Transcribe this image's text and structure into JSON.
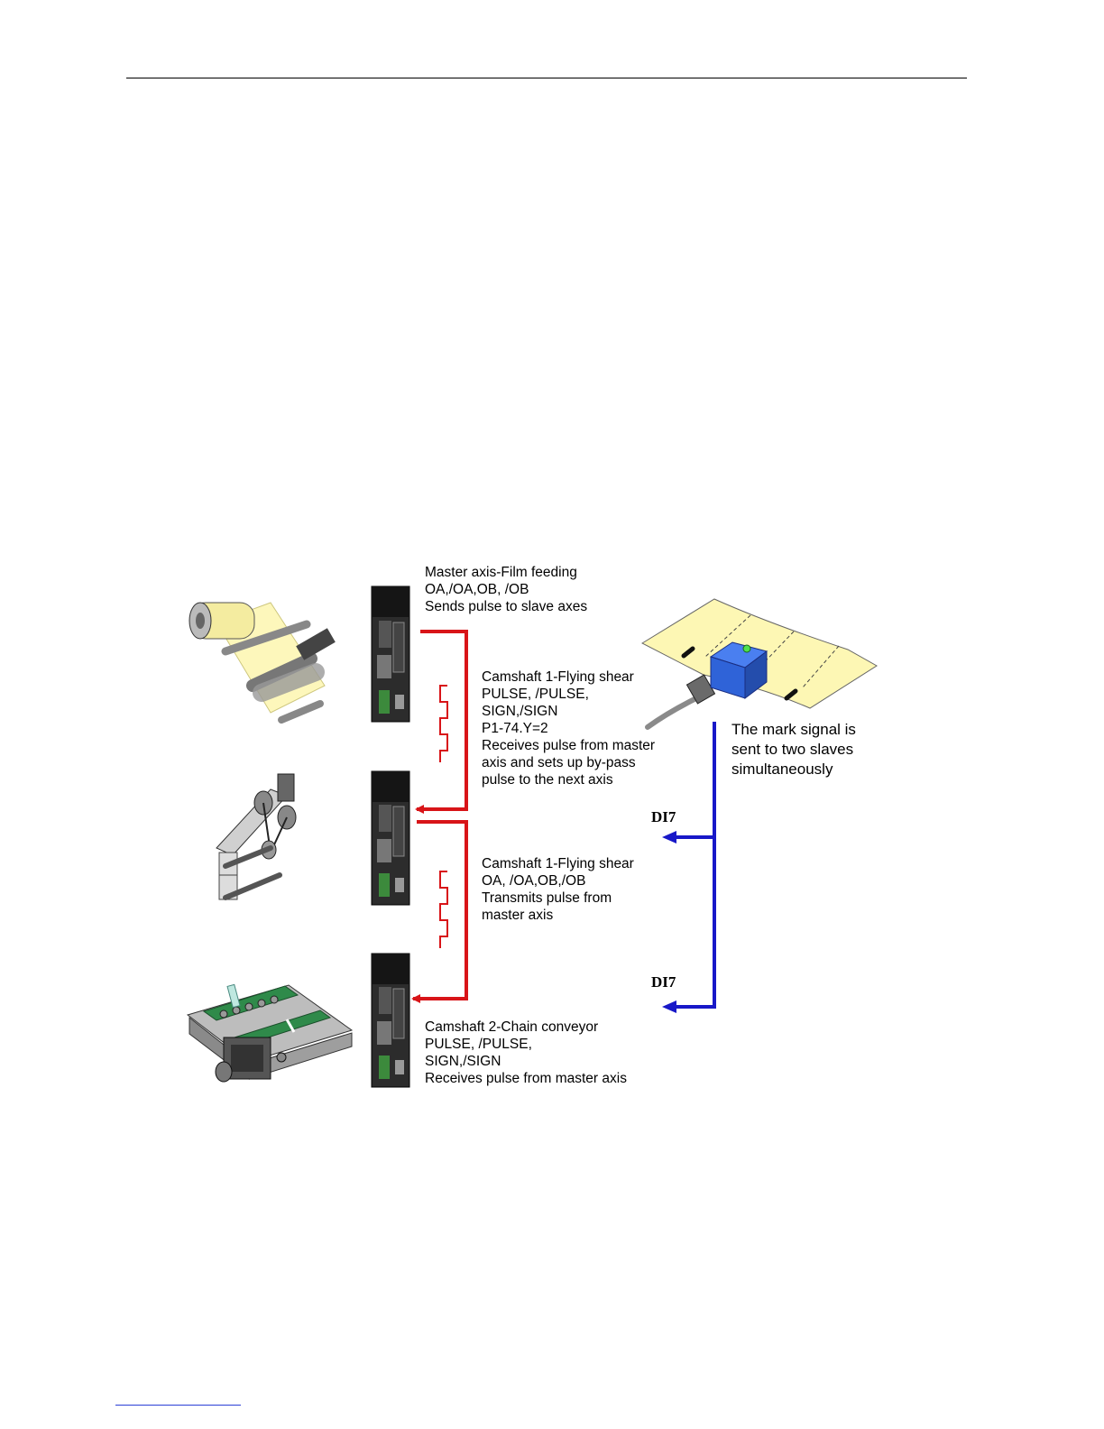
{
  "master": {
    "title": "Master axis-Film feeding",
    "signals": "OA,/OA,OB, /OB",
    "desc": "Sends pulse to slave axes"
  },
  "cam1_receive": {
    "title": "Camshaft 1-Flying shear",
    "line2": "PULSE, /PULSE,",
    "line3": "SIGN,/SIGN",
    "line4": "P1-74.Y=2",
    "line5": "Receives pulse from master",
    "line6": "axis and sets up by-pass",
    "line7": "pulse to the next axis"
  },
  "cam1_transmit": {
    "title": "Camshaft 1-Flying shear",
    "line2": "OA, /OA,OB,/OB",
    "line3": "Transmits pulse from",
    "line4": "master axis"
  },
  "cam2": {
    "title": "Camshaft 2-Chain conveyor",
    "line2": "PULSE, /PULSE,",
    "line3": "SIGN,/SIGN",
    "line4": "Receives pulse from master axis"
  },
  "mark": {
    "line1": "The mark signal is",
    "line2": "sent to two slaves",
    "line3": "simultaneously"
  },
  "di_labels": {
    "upper": "DI7",
    "lower": "DI7"
  },
  "colors": {
    "pulse_line": "#d81418",
    "mark_line": "#1818c8",
    "film": "#fdf7b4",
    "sensor": "#2f63d8"
  },
  "icons": [
    "film-roll-icon",
    "flying-shear-icon",
    "chain-conveyor-icon",
    "servo-drive-icon",
    "mark-sensor-icon"
  ]
}
